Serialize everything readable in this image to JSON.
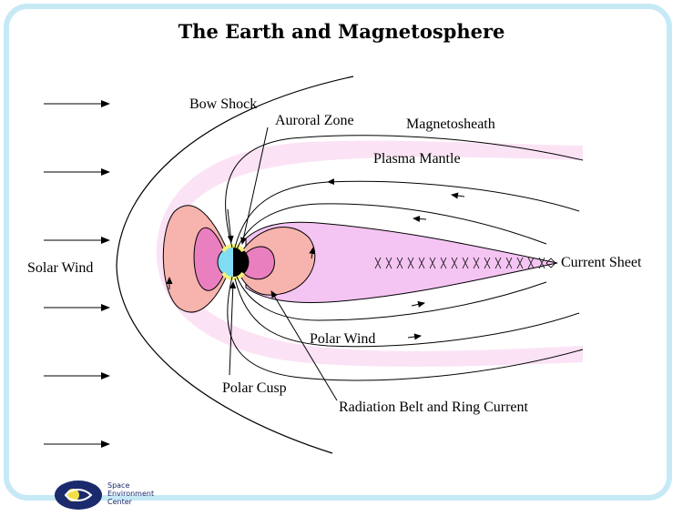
{
  "title": "The Earth and Magnetosphere",
  "labels": {
    "bow_shock": "Bow Shock",
    "auroral_zone": "Auroral Zone",
    "magnetosheath": "Magnetosheath",
    "plasma_mantle": "Plasma Mantle",
    "solar_wind": "Solar Wind",
    "current_sheet": "Current Sheet",
    "polar_wind": "Polar Wind",
    "polar_cusp": "Polar Cusp",
    "radiation_belt": "Radiation Belt and Ring Current"
  },
  "logo": {
    "line1": "Space",
    "line2": "Environment",
    "line3": "Center"
  },
  "colors": {
    "frame": "#c6e9f6",
    "mantle": "#fbe3f5",
    "belt_outer": "#f7b3ad",
    "belt_inner": "#ea7fbf",
    "tail": "#f4c4f2",
    "earth_day": "#7fdcf2",
    "earth_night": "#000000",
    "aurora": "#f2f27a"
  }
}
